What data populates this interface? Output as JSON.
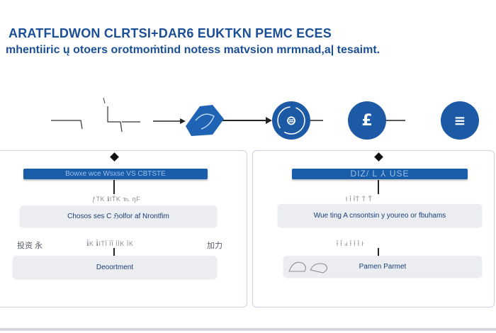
{
  "header": {
    "title": "ARATFLDWON CLRTSI+DAR6 EUKTKN PEMC ECES",
    "subtitle": "mhentiiric ų otoers orotmoṁtind notess matvsion  mrmnad,a| tesaimt."
  },
  "flow_icons": [
    {
      "name": "drawing-hand-icon",
      "glyph": "✎"
    },
    {
      "name": "compass-icon",
      "glyph": "⊜"
    },
    {
      "name": "pound-icon",
      "glyph": "£"
    },
    {
      "name": "list-icon",
      "glyph": "≡"
    }
  ],
  "left_panel": {
    "header_bar": "Bowxe wce Wsxse  VS CBTSTE",
    "faint_top": "ƒTK ℹIT̄K ℡ ŋF",
    "card_top": "Chosos ses C ℌolfor af Nrontfim",
    "side_left": "投资   永",
    "faint_mid": "ℹ̄K ℹ̄IṪÏ ÏÏ ÌÌK ÏK",
    "side_right": "加力",
    "card_bottom": "Deoortment"
  },
  "right_panel": {
    "header_bar": "DIZ/ L ⅄ USE",
    "faint_top": "ƚ ƚ̄ ƚ̄Ṫ Ṫ Ṫ̄",
    "card_top": "Wue ting A cnsontsin y youreo or fbuhams",
    "faint_mid": "ƚ̄ ƚ̄ ⅎ ƚ̄ ƚ̄ ƚ̄ ŀ",
    "card_bottom": "Pamen Parmet"
  },
  "colors": {
    "brand_blue": "#1b4f96",
    "bar_blue": "#1a5da8",
    "card_grey": "#ebedf0"
  }
}
